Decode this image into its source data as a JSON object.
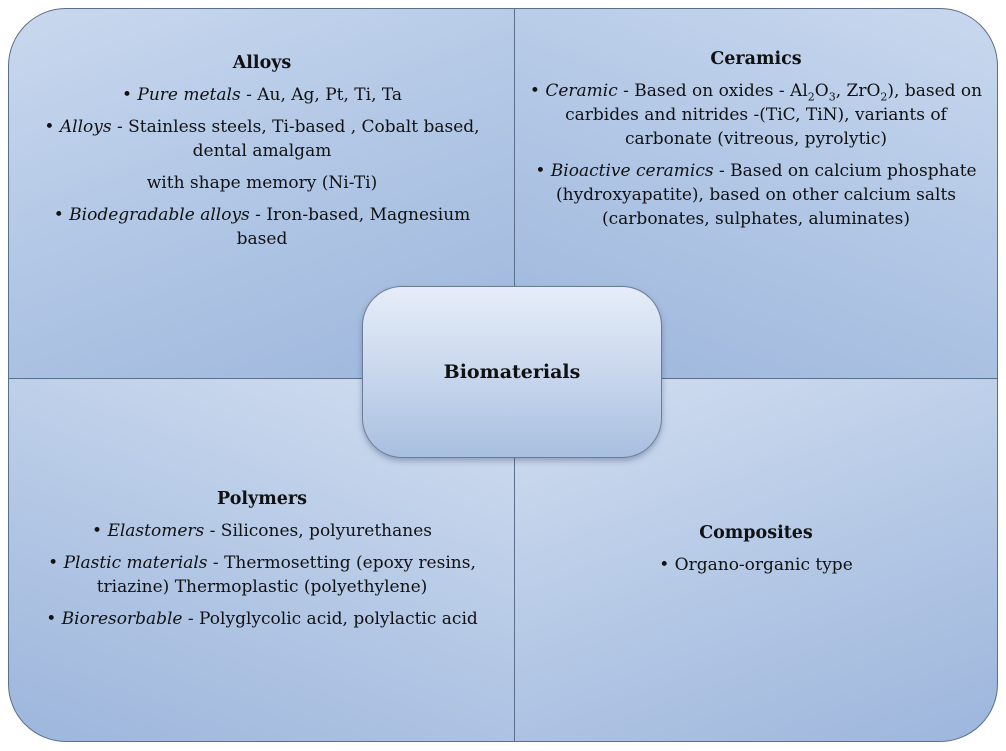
{
  "center": {
    "title": "Biomaterials"
  },
  "alloys": {
    "title": "Alloys",
    "items": [
      {
        "term": "Pure metals",
        "text": " - Au, Ag, Pt, Ti, Ta"
      },
      {
        "term": "Alloys",
        "text": " - Stainless steels, Ti-based , Cobalt based, dental amalgam"
      }
    ],
    "extra": "with shape memory (Ni-Ti)",
    "items2": [
      {
        "term": "Biodegradable alloys",
        "text": " - Iron-based, Magnesium based"
      }
    ]
  },
  "ceramics": {
    "title": "Ceramics",
    "item1": {
      "term": "Ceramic",
      "pre": " - Based on oxides - Al",
      "sub1": "2",
      "mid1": "O",
      "sub2": "3",
      "mid2": ", ZrO",
      "sub3": "2",
      "post": "), based on carbides and nitrides -(TiC, TiN), variants of carbonate (vitreous, pyrolytic)"
    },
    "item2": {
      "term": "Bioactive ceramics",
      "text": " - Based on calcium phosphate (hydroxyapatite), based on other calcium salts (carbonates, sulphates, aluminates)"
    }
  },
  "polymers": {
    "title": "Polymers",
    "items": [
      {
        "term": "Elastomers",
        "text": " - Silicones, polyurethanes"
      },
      {
        "term": "Plastic materials",
        "text": " - Thermosetting (epoxy resins, triazine) Thermoplastic (polyethylene)"
      },
      {
        "term": "Bioresorbable",
        "text": " - Polyglycolic acid, polylactic acid"
      }
    ]
  },
  "composites": {
    "title": "Composites",
    "items": [
      {
        "text": "Organo-organic type"
      }
    ]
  },
  "bullet": "• ",
  "colors": {
    "quadrant_fill": "#b3c8e6",
    "border": "#5b6f8c",
    "center_fill": "#c6d5ec"
  }
}
